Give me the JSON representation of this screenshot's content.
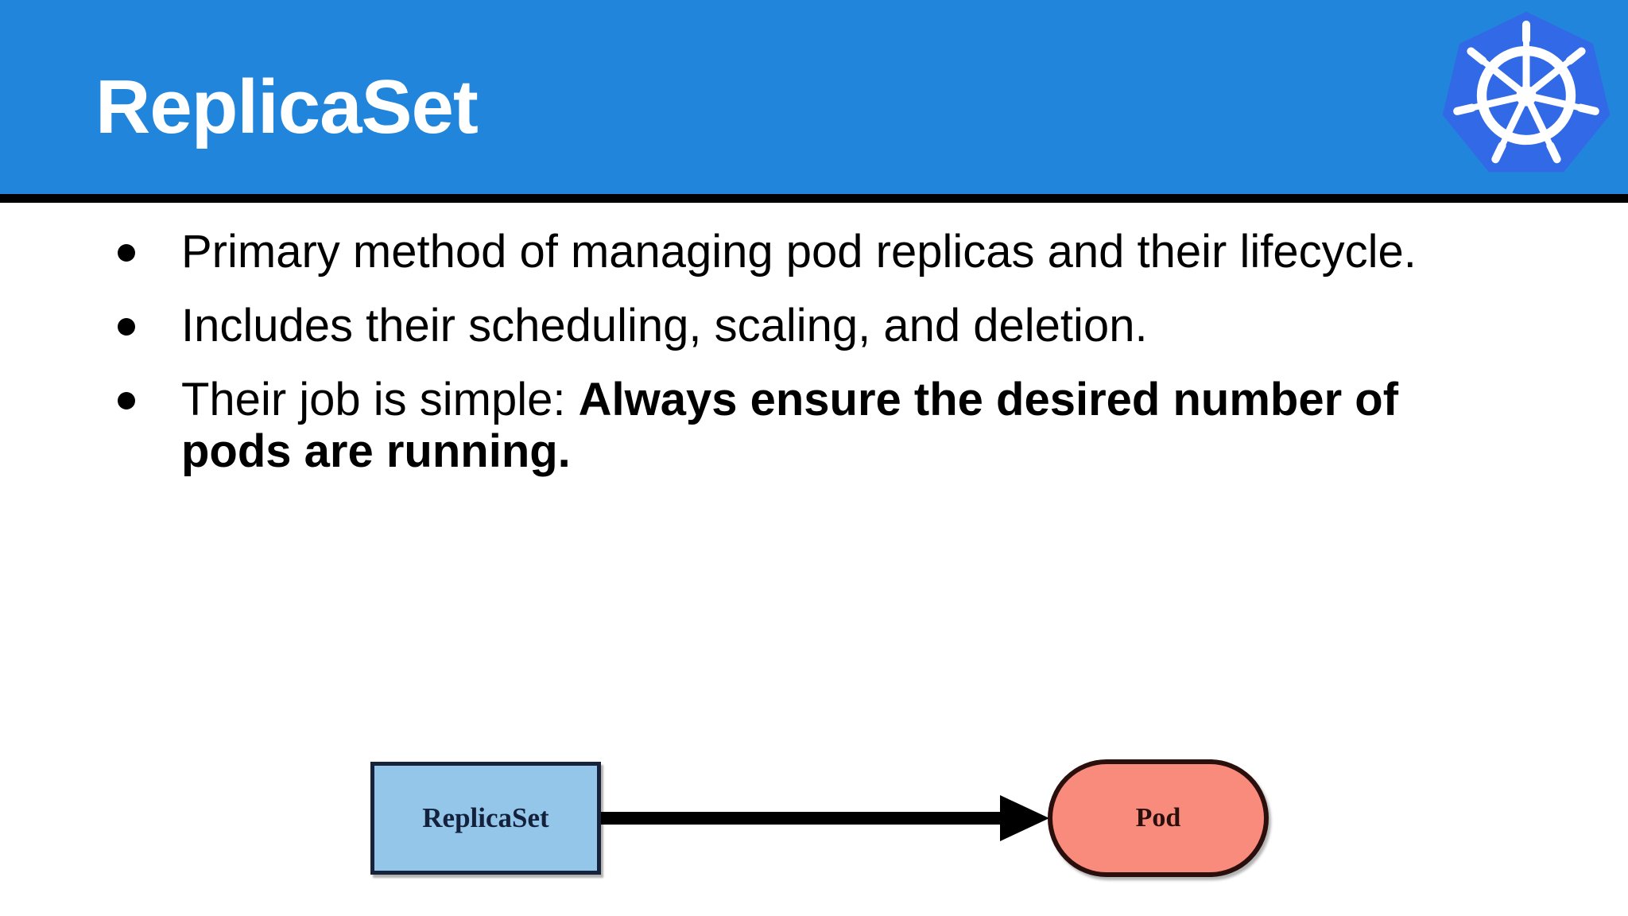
{
  "slide": {
    "title": "ReplicaSet",
    "header_color": "#2285dc",
    "header_rule_color": "#000000",
    "background_color": "#ffffff"
  },
  "logo": {
    "name": "kubernetes-logo",
    "heptagon_color": "#3269e6",
    "wheel_color": "#ffffff"
  },
  "bullets": [
    {
      "marker": "•",
      "text": "Primary method of managing pod replicas and their lifecycle.",
      "plain": "Primary method of managing pod replicas and their lifecycle.",
      "emphasis": ""
    },
    {
      "marker": "•",
      "text": "Includes their scheduling, scaling, and deletion.",
      "plain": "Includes their scheduling, scaling, and deletion.",
      "emphasis": ""
    },
    {
      "marker": "•",
      "text": "Their job is simple: Always ensure the desired number of pods are running.",
      "plain": "Their job is simple: ",
      "emphasis": "Always ensure the desired number of pods are running."
    }
  ],
  "diagram": {
    "type": "flow",
    "nodes": [
      {
        "id": "replicaset",
        "label": "ReplicaSet",
        "shape": "rectangle",
        "fill": "#93c6e8",
        "stroke": "#16233b"
      },
      {
        "id": "pod",
        "label": "Pod",
        "shape": "stadium",
        "fill": "#f98b7d",
        "stroke": "#2a0f0c"
      }
    ],
    "edges": [
      {
        "from": "replicaset",
        "to": "pod",
        "label": "",
        "style": "solid-arrow",
        "color": "#000000"
      }
    ]
  }
}
